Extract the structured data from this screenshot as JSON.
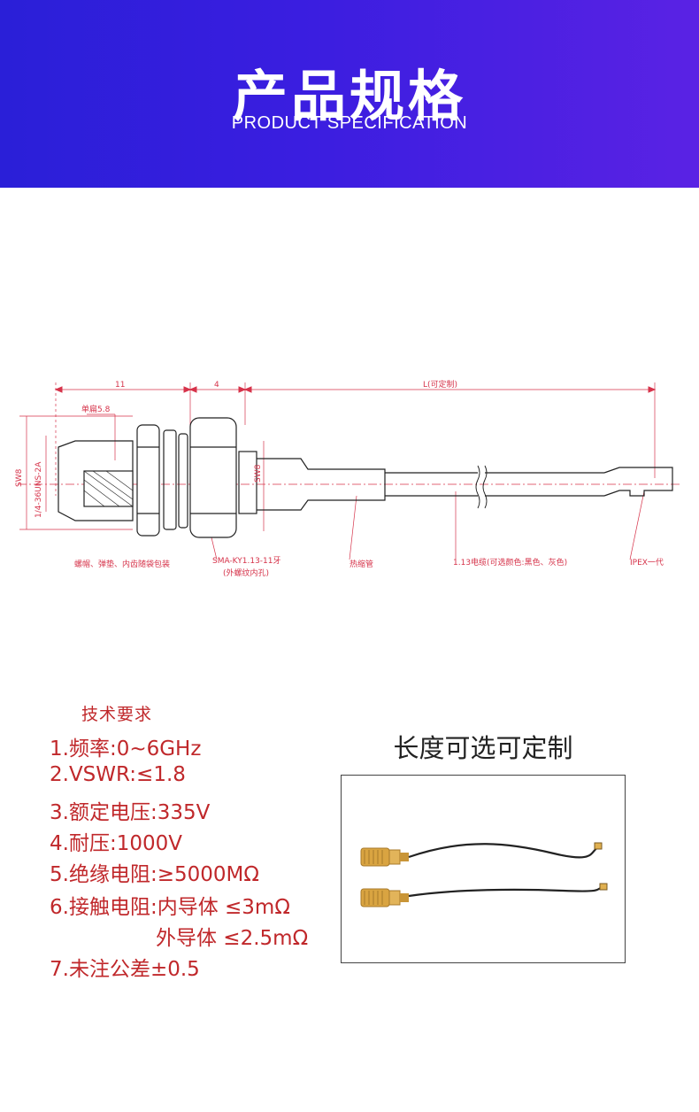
{
  "header": {
    "title": "产品规格",
    "subtitle": "PRODUCT SPECIFICATION"
  },
  "drawing": {
    "dim_11": "11",
    "dim_4": "4",
    "dim_L": "L(可定制)",
    "hex_label": "单扁5.8",
    "sw8_left": "SW8",
    "thread_label": "1/4-36UNS-2A",
    "sw8_right": "SW8",
    "note_nut": "螺帽、弹垫、内齿随袋包装",
    "note_sma": "SMA-KY1.13-11牙",
    "note_sma_sub": "(外螺纹内孔)",
    "note_shrink": "热缩管",
    "note_cable": "1.13电缆(可选颜色:黑色、灰色)",
    "note_ipex": "IPEX一代"
  },
  "specs": {
    "heading": "技术要求",
    "lines": [
      "1.频率:0~6GHz",
      "2.VSWR:≤1.8",
      "3.额定电压:335V",
      "4.耐压:1000V",
      "5.绝缘电阻:≥5000MΩ",
      "6.接触电阻:内导体 ≤3mΩ",
      "外导体 ≤2.5mΩ",
      "7.未注公差±0.5"
    ]
  },
  "photo": {
    "title": "长度可选可定制"
  },
  "colors": {
    "banner": "#3b1ee0",
    "spec_text": "#c0282b",
    "drawing_red": "#d6334a",
    "gold": "#d9a441"
  }
}
